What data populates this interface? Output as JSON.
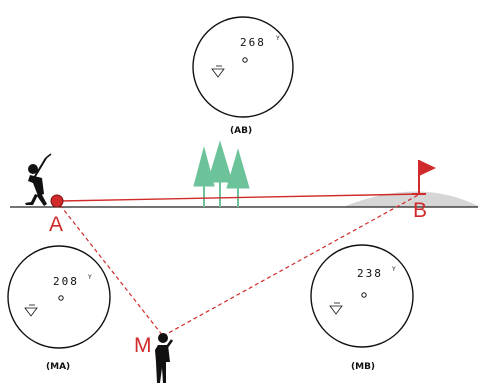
{
  "colors": {
    "accent": "#d12a2a",
    "tree": "#6cc39a",
    "hill": "#d6d6d6",
    "ink": "#111111"
  },
  "points": {
    "a": "A",
    "b": "B",
    "m": "M"
  },
  "readouts": {
    "ab": {
      "caption": "(AB)",
      "distance": "268",
      "unit": "Y"
    },
    "ma": {
      "caption": "(MA)",
      "distance": "208",
      "unit": "Y"
    },
    "mb": {
      "caption": "(MB)",
      "distance": "238",
      "unit": "Y"
    }
  },
  "icons": [
    "golfer-icon",
    "flag-icon",
    "tree-icon",
    "person-icon",
    "crosshair-icon",
    "mountain-mode-icon"
  ]
}
